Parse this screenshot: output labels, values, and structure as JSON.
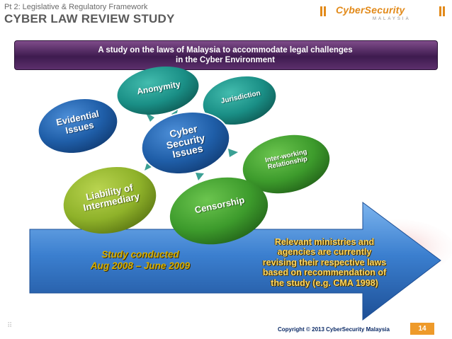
{
  "header": {
    "subtitle": "Pt 2: Legislative & Regulatory Framework",
    "title": "CYBER LAW REVIEW STUDY",
    "logo_text": "CyberSecurity",
    "logo_sub": "MALAYSIA"
  },
  "banner": {
    "text": "A study on the laws of Malaysia to accommodate legal challenges\nin the Cyber Environment"
  },
  "diagram": {
    "center": "Cyber\nSecurity\nIssues",
    "nodes": {
      "anonymity": "Anonymity",
      "jurisdiction": "Jurisdiction",
      "evidential": "Evidential\nIssues",
      "interworking": "Inter-working\nRelationship",
      "liability": "Liability of\nIntermediary",
      "censorship": "Censorship"
    },
    "colors": {
      "blue": "#1f5ea8",
      "teal": "#1a8f86",
      "green": "#3d9b2c",
      "lime": "#8fb22a",
      "banner": "#4b2159",
      "arrow": "#3b7fcf"
    }
  },
  "arrow": {
    "study_text": "Study conducted\nAug 2008 – June 2009",
    "relevant_text": "Relevant ministries and\nagencies are currently\nrevising their respective laws\nbased on recommendation of\nthe study (e.g. CMA 1998)"
  },
  "footer": {
    "copyright": "Copyright © 2013 CyberSecurity Malaysia",
    "page": "14"
  }
}
